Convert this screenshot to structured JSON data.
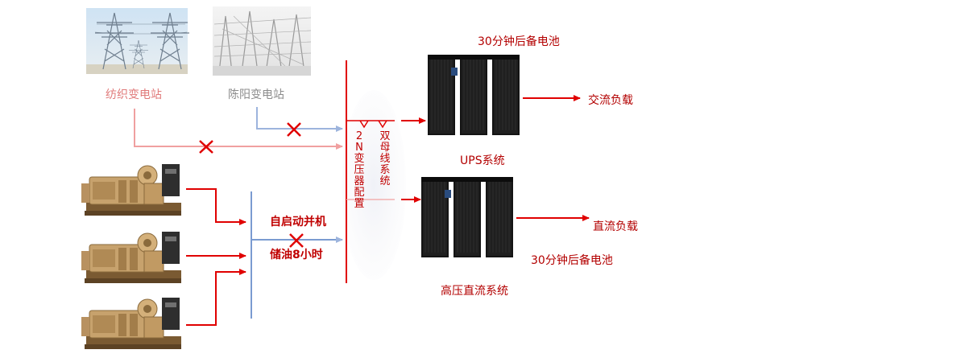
{
  "substations": [
    {
      "name": "纺织变电站"
    },
    {
      "name": "陈阳变电站"
    }
  ],
  "bus": {
    "vertical_labels": [
      "2N变压器配置",
      "双母线系统"
    ]
  },
  "ups": {
    "battery_label": "30分钟后备电池",
    "system_label": "UPS系统",
    "load_label": "交流负载"
  },
  "hvdc": {
    "battery_label": "30分钟后备电池",
    "system_label": "高压直流系统",
    "load_label": "直流负载"
  },
  "generator": {
    "label_start": "自启动并机",
    "label_fuel": "储油8小时"
  },
  "colors": {
    "red_line": "#e00000",
    "blue_line": "#7a9bd1",
    "faded_red_line": "#f0a0a0",
    "cross": "#e00000"
  },
  "icons": [
    "transmission-tower-photo",
    "substation-photo",
    "diesel-generator",
    "server-cabinet"
  ]
}
